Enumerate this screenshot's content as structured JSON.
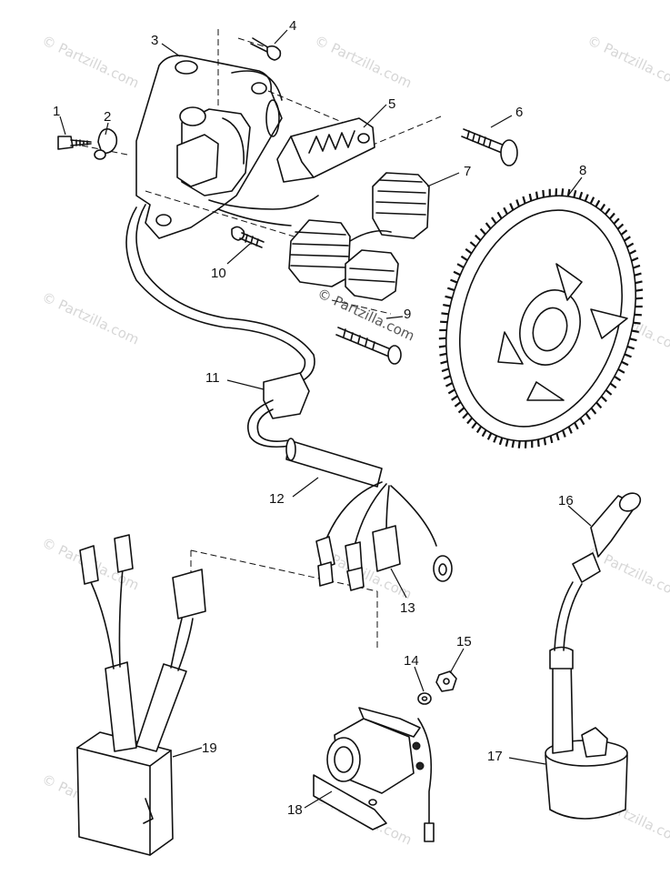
{
  "diagram": {
    "callouts": [
      {
        "id": "1",
        "label": "1"
      },
      {
        "id": "2",
        "label": "2"
      },
      {
        "id": "3",
        "label": "3"
      },
      {
        "id": "4",
        "label": "4"
      },
      {
        "id": "5",
        "label": "5"
      },
      {
        "id": "6",
        "label": "6"
      },
      {
        "id": "7",
        "label": "7"
      },
      {
        "id": "8",
        "label": "8"
      },
      {
        "id": "9",
        "label": "9"
      },
      {
        "id": "10",
        "label": "10"
      },
      {
        "id": "11",
        "label": "11"
      },
      {
        "id": "12",
        "label": "12"
      },
      {
        "id": "13",
        "label": "13"
      },
      {
        "id": "14",
        "label": "14"
      },
      {
        "id": "15",
        "label": "15"
      },
      {
        "id": "16",
        "label": "16"
      },
      {
        "id": "17",
        "label": "17"
      },
      {
        "id": "18",
        "label": "18"
      },
      {
        "id": "19",
        "label": "19"
      }
    ],
    "watermark": "© Partzilla.com",
    "colors": {
      "line": "#111111",
      "watermark": "#d6d6d6",
      "background": "#ffffff"
    }
  }
}
